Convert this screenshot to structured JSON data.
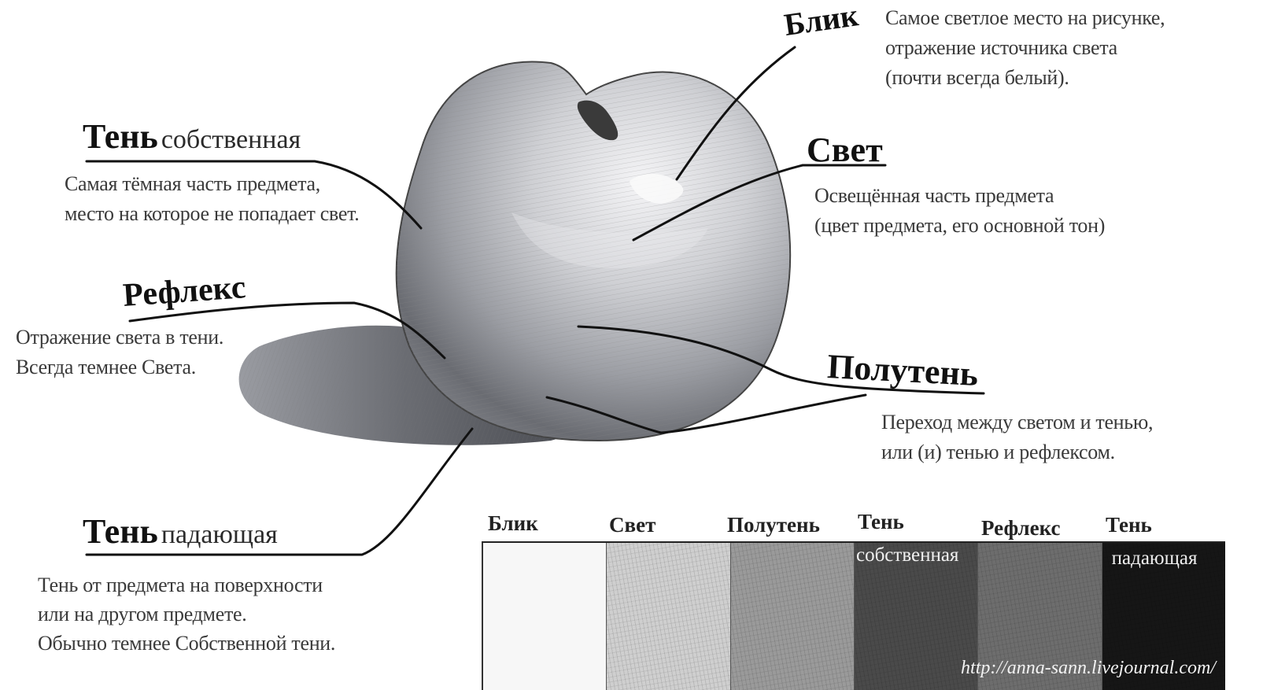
{
  "labels": {
    "blik": {
      "title": "Блик",
      "desc": [
        "Самое светлое место на рисунке,",
        "отражение источника света",
        "(почти всегда белый)."
      ]
    },
    "sobstv": {
      "title": "Тень",
      "subtitle": "собственная",
      "desc": [
        "Самая тёмная часть предмета,",
        "место на которое не попадает свет."
      ]
    },
    "svet": {
      "title": "Свет",
      "desc": [
        "Освещённая часть предмета",
        "(цвет предмета, его основной тон)"
      ]
    },
    "reflex": {
      "title": "Рефлекс",
      "desc": [
        "Отражение света в тени.",
        "Всегда темнее Света."
      ]
    },
    "poluten": {
      "title": "Полутень",
      "desc": [
        "Переход между светом и тенью,",
        "или (и) тенью и рефлексом."
      ]
    },
    "padaush": {
      "title": "Тень",
      "subtitle": "падающая",
      "desc": [
        "Тень от предмета на поверхности",
        "или на другом предмете.",
        "Обычно темнее  Собственной тени."
      ]
    }
  },
  "scale": {
    "swatches": [
      {
        "label": "Блик",
        "color": "#f7f7f7"
      },
      {
        "label": "Свет",
        "color": "#cfcfcf"
      },
      {
        "label": "Полутень",
        "color": "#9a9a9a"
      },
      {
        "label": "Тень",
        "label_inside": "собственная",
        "color": "#4a4a4a"
      },
      {
        "label": "Рефлекс",
        "color": "#6d6d6d"
      },
      {
        "label": "Тень",
        "label_inside": "падающая",
        "color": "#161616"
      }
    ],
    "url": "http://anna-sann.livejournal.com/"
  }
}
